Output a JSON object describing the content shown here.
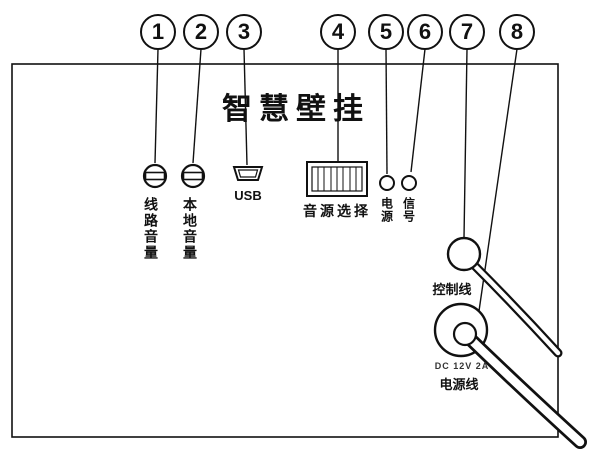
{
  "title": "智慧壁挂",
  "callouts": [
    "1",
    "2",
    "3",
    "4",
    "5",
    "6",
    "7",
    "8"
  ],
  "labels": {
    "line_volume": "线路音量",
    "local_volume": "本地音量",
    "usb": "USB",
    "source_select": "音源选择",
    "power_led": "电源",
    "signal_led": "信号",
    "control_line": "控制线",
    "dc_rating": "DC 12V 2A",
    "power_line": "电源线"
  }
}
